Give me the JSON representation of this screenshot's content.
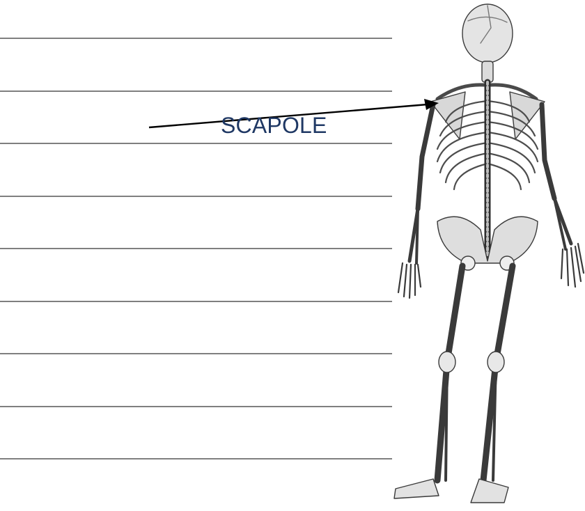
{
  "worksheet": {
    "labels": [
      {
        "text": "SCAPOLE",
        "color": "#1f3864"
      }
    ],
    "line_color": "#555555",
    "blank_line_count": 9,
    "figure_icon": "skeleton-posterior-view"
  }
}
